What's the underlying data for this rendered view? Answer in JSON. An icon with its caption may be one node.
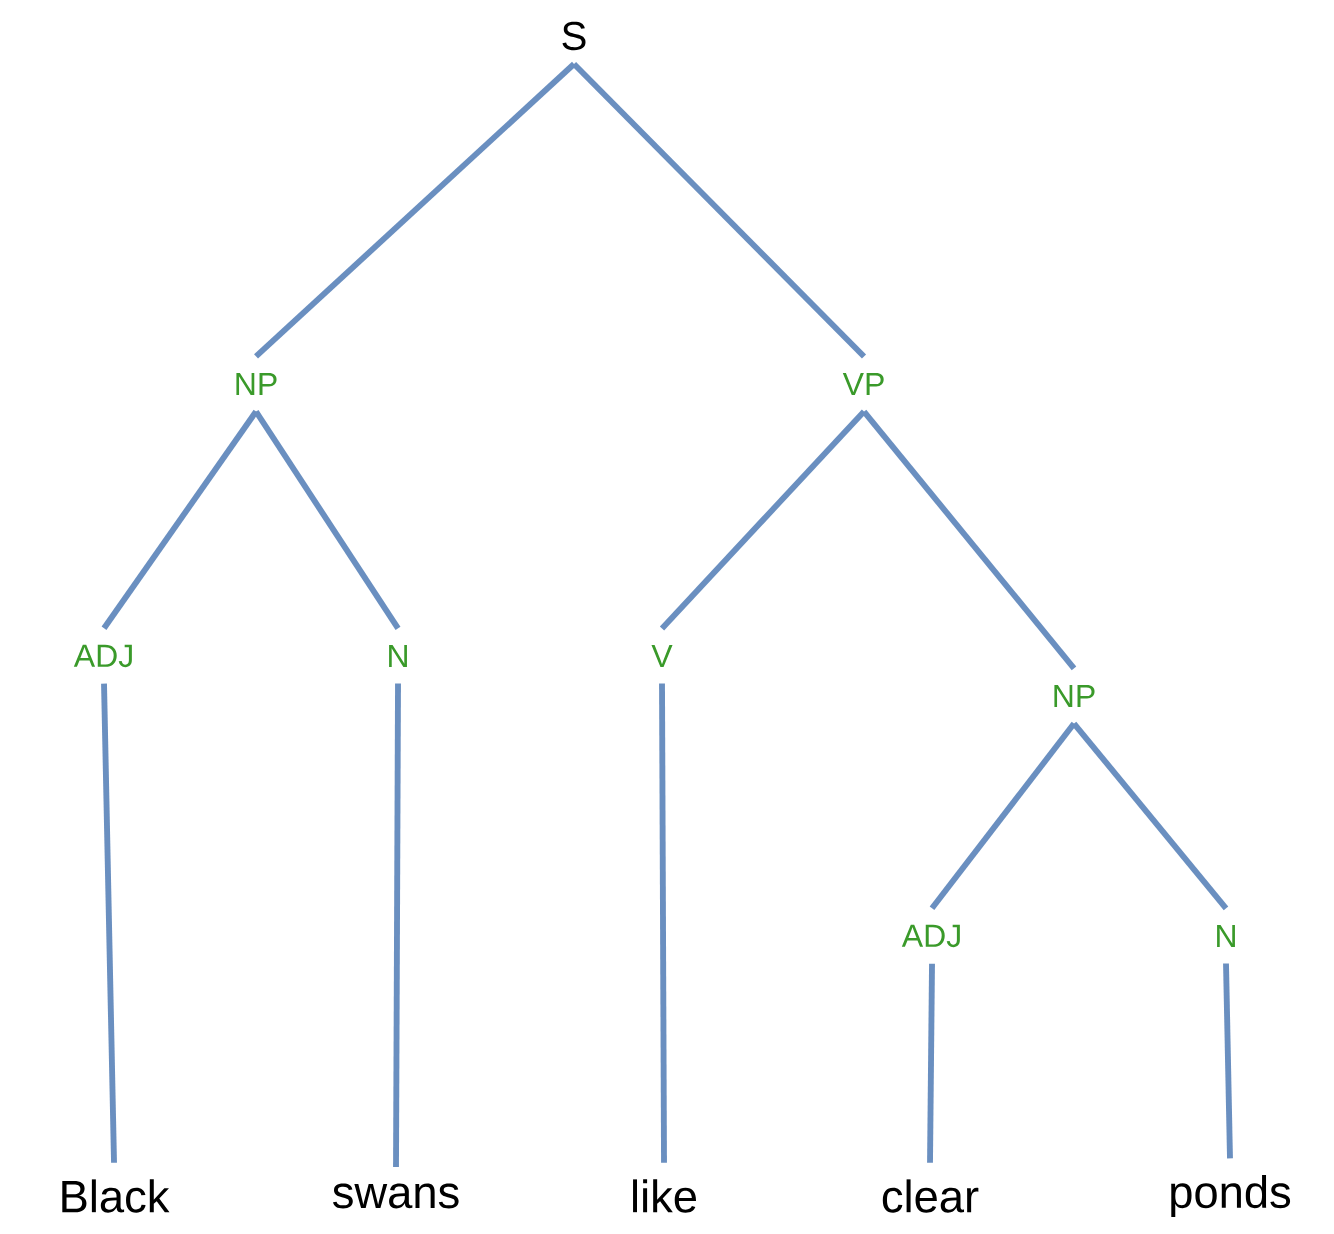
{
  "diagram": {
    "nodes": [
      {
        "text": [
          "S"
        ]
      },
      {
        "text": [
          "NP"
        ]
      },
      {
        "text": [
          "VP"
        ]
      },
      {
        "text": [
          "ADJ"
        ]
      },
      {
        "text": [
          "N"
        ]
      },
      {
        "text": [
          "V"
        ]
      },
      {
        "text": [
          "NP"
        ]
      },
      {
        "text": [
          "ADJ"
        ]
      },
      {
        "text": [
          "N"
        ]
      },
      {
        "text": [
          "Black"
        ]
      },
      {
        "text": [
          "swans"
        ]
      },
      {
        "text": [
          "like"
        ]
      },
      {
        "text": [
          "clear"
        ]
      },
      {
        "text": [
          "ponds"
        ]
      }
    ],
    "edges": [
      {
        "from": 0,
        "to": 1,
        "arrow": "none"
      },
      {
        "from": 0,
        "to": 2,
        "arrow": "none"
      },
      {
        "from": 1,
        "to": 3,
        "arrow": "none"
      },
      {
        "from": 1,
        "to": 4,
        "arrow": "none"
      },
      {
        "from": 2,
        "to": 5,
        "arrow": "none"
      },
      {
        "from": 2,
        "to": 6,
        "arrow": "none"
      },
      {
        "from": 6,
        "to": 7,
        "arrow": "none"
      },
      {
        "from": 6,
        "to": 8,
        "arrow": "none"
      },
      {
        "from": 3,
        "to": 9,
        "arrow": "none"
      },
      {
        "from": 4,
        "to": 10,
        "arrow": "none"
      },
      {
        "from": 5,
        "to": 11,
        "arrow": "none"
      },
      {
        "from": 7,
        "to": 12,
        "arrow": "none"
      },
      {
        "from": 8,
        "to": 13,
        "arrow": "none"
      }
    ]
  }
}
